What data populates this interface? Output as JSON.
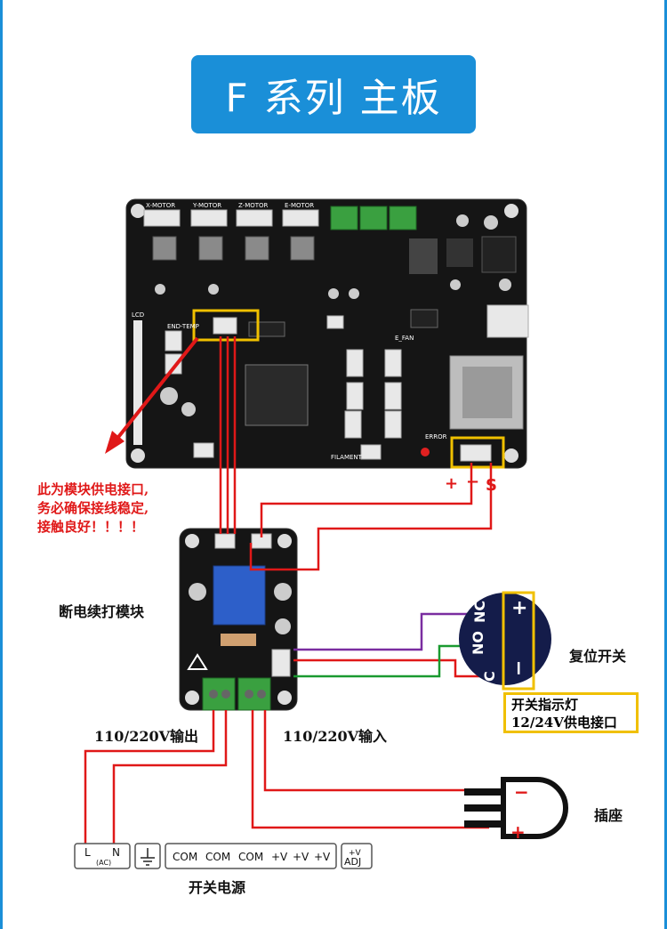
{
  "title": "F 系列 主板",
  "warning": [
    "此为模块供电接口,",
    "务必确保接线稳定,",
    "接触良好！！！！"
  ],
  "board_pins": {
    "plus": "+",
    "minus": "−",
    "s": "S"
  },
  "module_label": "断电续打模块",
  "output_label": "110/220V输出",
  "input_label": "110/220V输入",
  "reset_switch_label": "复位开关",
  "switch_pins": {
    "nc": "NC",
    "no": "NO",
    "c": "C",
    "plus": "+",
    "minus": "−"
  },
  "led_box": [
    "开关指示灯",
    "12/24V供电接口"
  ],
  "socket_label": "插座",
  "psu_label": "开关电源",
  "psu_terminals": {
    "l": "L",
    "n": "N",
    "ac": "(AC)",
    "com": "COM",
    "v": "+V",
    "adj_top": "+V",
    "adj_bottom": "ADJ"
  },
  "board_silk": {
    "xmotor": "X-MOTOR",
    "ymotor": "Y-MOTOR",
    "zmotor": "Z-MOTOR",
    "emotor": "E-MOTOR",
    "lcd": "LCD",
    "endtemp": "END-TEMP",
    "filament": "FILAMENT",
    "error": "ERROR",
    "efan": "E_FAN"
  }
}
